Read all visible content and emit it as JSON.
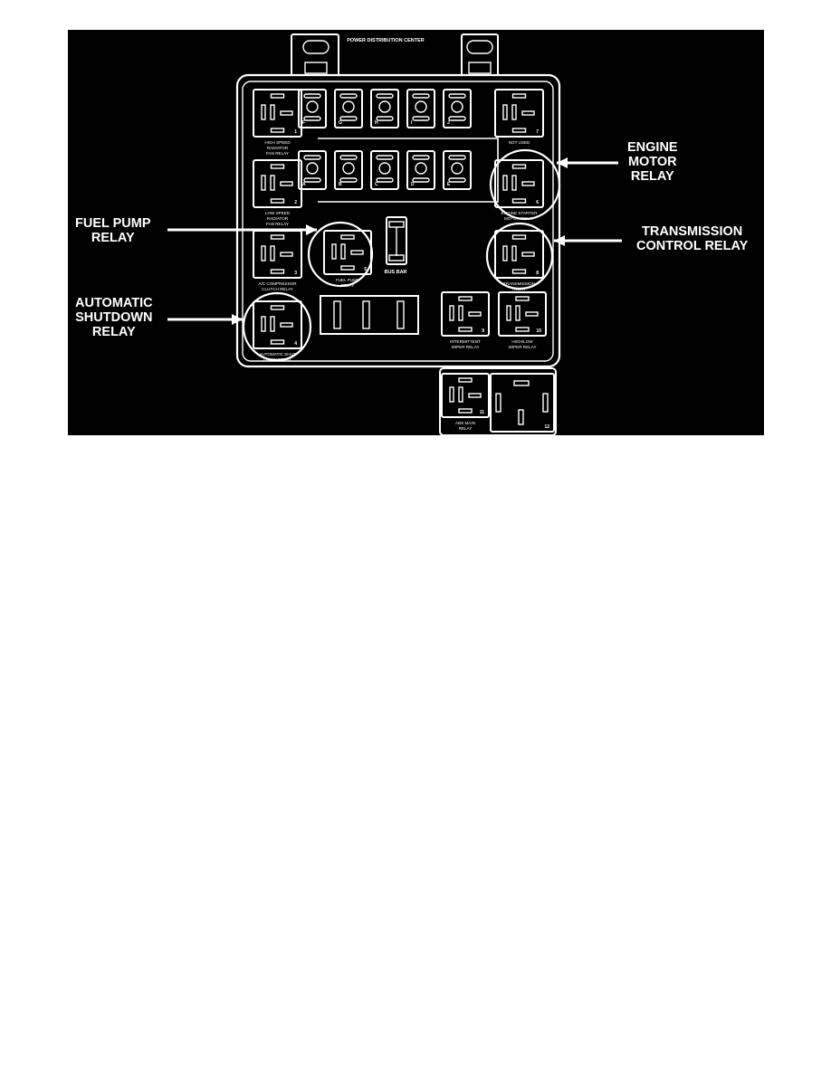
{
  "colors": {
    "background": "#000000",
    "ink": "#ffffff",
    "page": "#ffffff"
  },
  "diagram": {
    "title": "POWER DISTRIBUTION CENTER",
    "bus_bar_label": "BUS BAR",
    "callouts": {
      "engine_motor_relay": [
        "ENGINE",
        "MOTOR",
        "RELAY"
      ],
      "fuel_pump_relay": [
        "FUEL PUMP",
        "RELAY"
      ],
      "transmission_control_relay": [
        "TRANSMISSION",
        "CONTROL RELAY"
      ],
      "automatic_shutdown_relay": [
        "AUTOMATIC",
        "SHUTDOWN",
        "RELAY"
      ]
    },
    "relays": [
      {
        "id": "high_speed_radiator_fan",
        "number": "1",
        "label": [
          "HIGH SPEED",
          "RADIATOR",
          "FAN RELAY"
        ]
      },
      {
        "id": "low_speed_radiator_fan",
        "number": "2",
        "label": [
          "LOW SPEED",
          "RADIATOR",
          "FAN RELAY"
        ]
      },
      {
        "id": "ac_compressor_clutch",
        "number": "3",
        "label": [
          "A/C COMPRESSOR",
          "CLUTCH RELAY"
        ]
      },
      {
        "id": "automatic_shut_down",
        "number": "4",
        "label": [
          "AUTOMATIC SHUT",
          "DOWN RELAY"
        ]
      },
      {
        "id": "fuel_pump",
        "number": "5",
        "label": [
          "FUEL PUMP",
          "RELAY"
        ]
      },
      {
        "id": "engine_starter_motor",
        "number": "6",
        "label": [
          "ENGINE STARTER",
          "MOTOR RELAY"
        ]
      },
      {
        "id": "not_used",
        "number": "7",
        "label": [
          "NOT USED"
        ]
      },
      {
        "id": "transmission",
        "number": "8",
        "label": [
          "TRANSMISSION",
          "RELAY"
        ]
      },
      {
        "id": "intermittent_wiper",
        "number": "9",
        "label": [
          "INTERMITTENT",
          "WIPER RELAY"
        ]
      },
      {
        "id": "high_low_wiper",
        "number": "10",
        "label": [
          "HIGH/LOW",
          "WIPER RELAY"
        ]
      },
      {
        "id": "abs_main",
        "number": "11",
        "label": [
          "ABS MAIN",
          "RELAY"
        ]
      },
      {
        "id": "abs_large",
        "number": "12",
        "label": []
      }
    ],
    "fuses_top": [
      "F",
      "G",
      "H",
      "I",
      "J"
    ],
    "fuses_bottom": [
      "A",
      "B",
      "C",
      "D",
      "E"
    ]
  }
}
